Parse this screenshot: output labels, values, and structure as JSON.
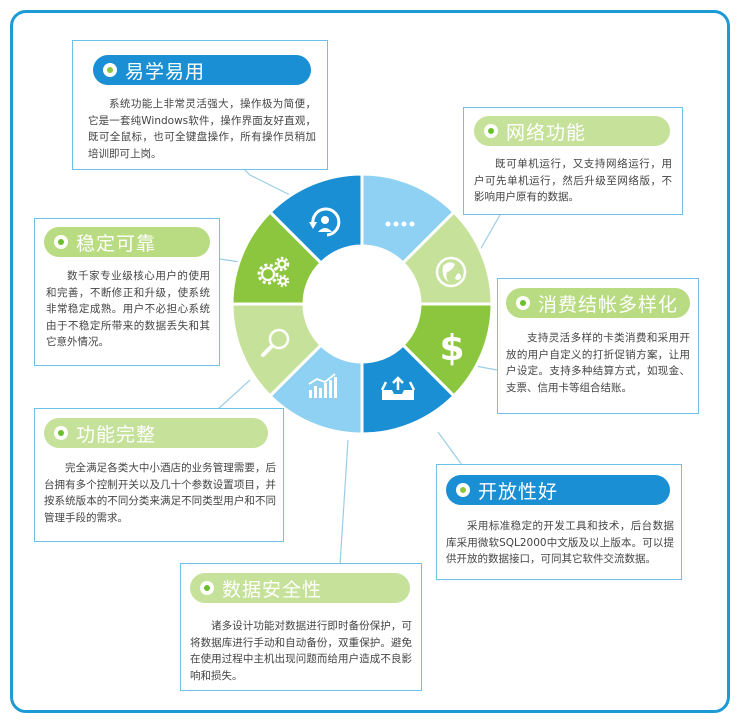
{
  "features": [
    {
      "id": "easy",
      "title": "易学易用",
      "text": "系统功能上非常灵活强大，操作极为简便，它是一套纯Windows软件，操作界面友好直观，既可全鼠标，也可全键盘操作，所有操作员稍加培训即可上岗。"
    },
    {
      "id": "network",
      "title": "网络功能",
      "text": "既可单机运行，又支持网络运行，用户可先单机运行，然后升级至网络版，不影响用户原有的数据。"
    },
    {
      "id": "stable",
      "title": "稳定可靠",
      "text": "数千家专业级核心用户的使用和完善，不断修正和升级，使系统非常稳定成熟。用户不必担心系统由于不稳定所带来的数据丢失和其它意外情况。"
    },
    {
      "id": "billing",
      "title": "消费结帐多样化",
      "text": "支持灵活多样的卡类消费和采用开放的用户自定义的打折促销方案，让用户设定。支持多种结算方式，如现金、支票、信用卡等组合结账。"
    },
    {
      "id": "complete",
      "title": "功能完整",
      "text": "完全满足各类大中小酒店的业务管理需要，后台拥有多个控制开关以及几十个参数设置项目，并按系统版本的不同分类来满足不同类型用户和不同管理手段的需求。"
    },
    {
      "id": "open",
      "title": "开放性好",
      "text": "采用标准稳定的开发工具和技术，后台数据库采用微软SQL2000中文版及以上版本。可以提供开放的数据接口，可同其它软件交流数据。"
    },
    {
      "id": "security",
      "title": "数据安全性",
      "text": "诸多设计功能对数据进行即时备份保护，可将数据库进行手动和自动备份，双重保护。避免在使用过程中主机出现问题而给用户造成不良影响和损失。"
    }
  ],
  "wheel": {
    "icons": [
      "person-refresh-icon",
      "dots-icon",
      "globe-icon",
      "dollar-icon",
      "inbox-upload-icon",
      "bar-chart-icon",
      "magnifier-icon",
      "gears-icon"
    ],
    "colors": [
      "#1b8fd3",
      "#8fd1f2",
      "#c6e29a",
      "#8cc63f",
      "#1b8fd3",
      "#8fd1f2",
      "#c6e29a",
      "#8cc63f"
    ]
  }
}
